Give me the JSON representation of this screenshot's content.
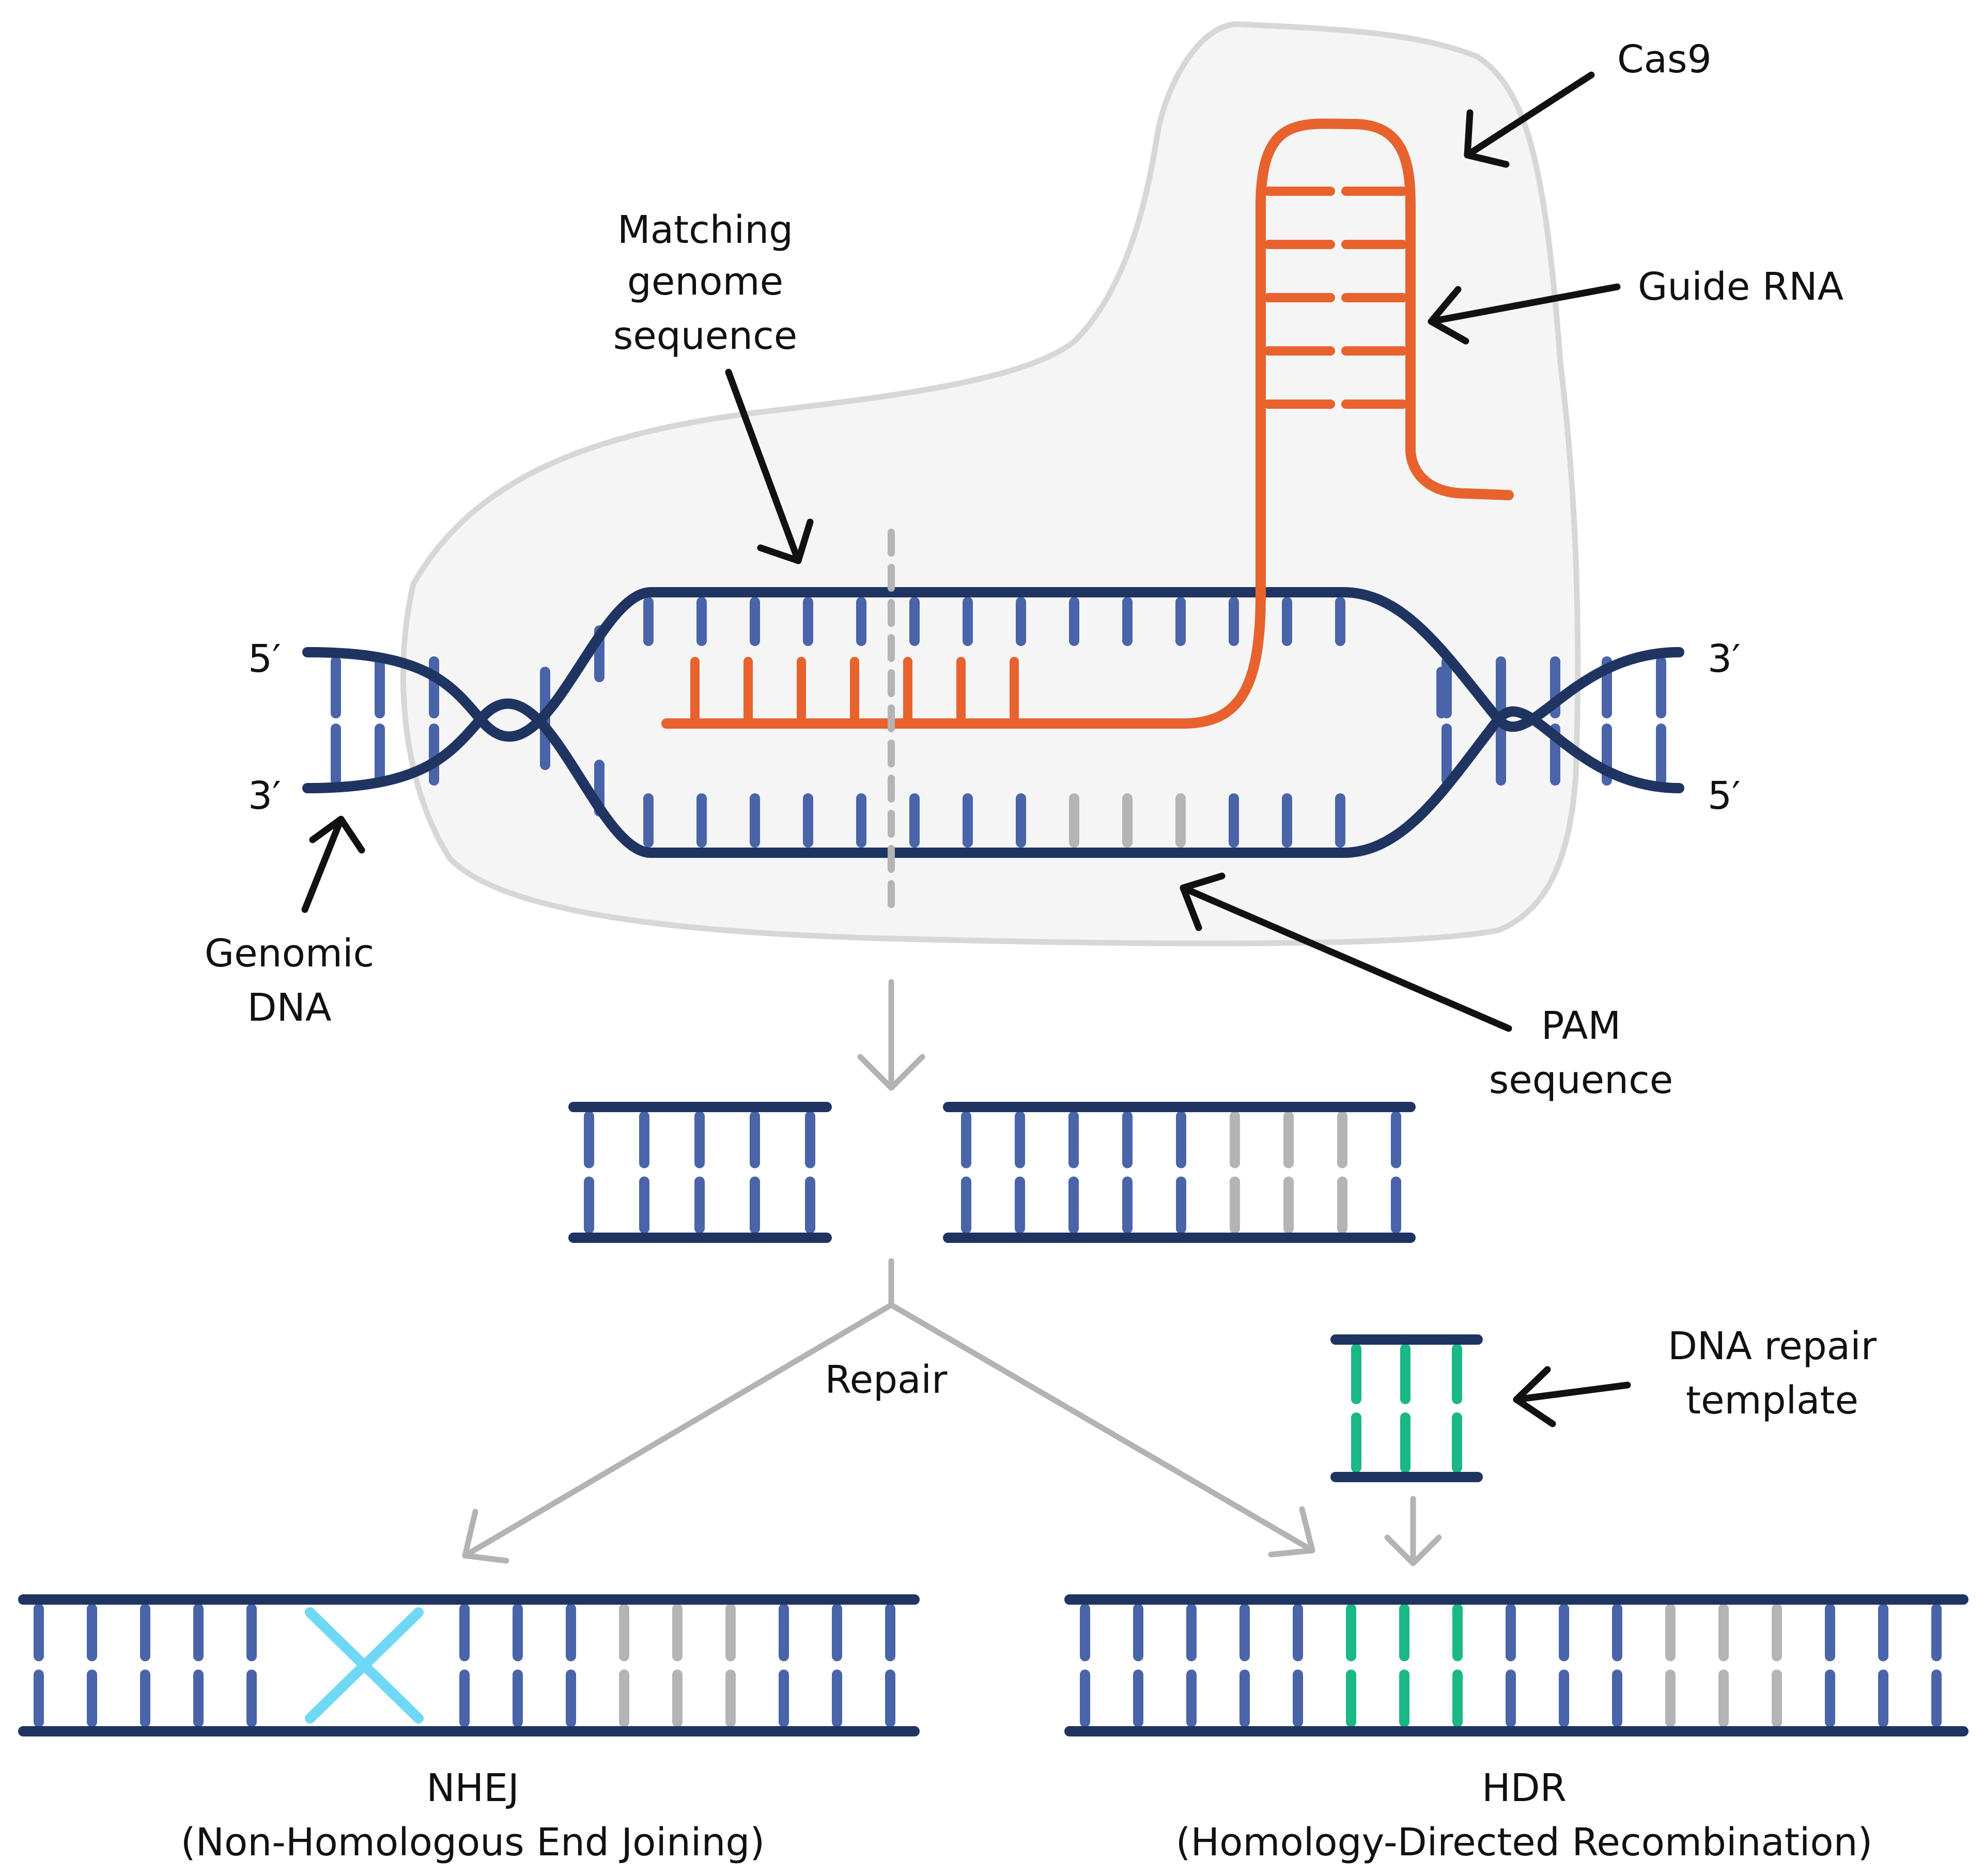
{
  "labels": {
    "cas9": "Cas9",
    "guide_rna": "Guide RNA",
    "matching_1": "Matching",
    "matching_2": "genome",
    "matching_3": "sequence",
    "five_prime_left": "5′",
    "three_prime_left": "3′",
    "three_prime_right": "3′",
    "five_prime_right": "5′",
    "genomic_1": "Genomic",
    "genomic_2": "DNA",
    "pam_1": "PAM",
    "pam_2": "sequence",
    "repair": "Repair",
    "template_1": "DNA repair",
    "template_2": "template",
    "nhej_1": "NHEJ",
    "nhej_2": "(Non-Homologous End Joining)",
    "hdr_1": "HDR",
    "hdr_2": "(Homology-Directed Recombination)"
  },
  "colors": {
    "backbone": "#1f3461",
    "base": "#4a64a9",
    "pam_base": "#b4b4b4",
    "rna": "#e8622e",
    "insert": "#19b886",
    "nhej_cross": "#6fd8f5",
    "cas9_fill": "#f5f5f5",
    "cas9_edge": "#d7d7d7",
    "flow_arrow": "#b3b3b3",
    "pointer": "#111111"
  }
}
